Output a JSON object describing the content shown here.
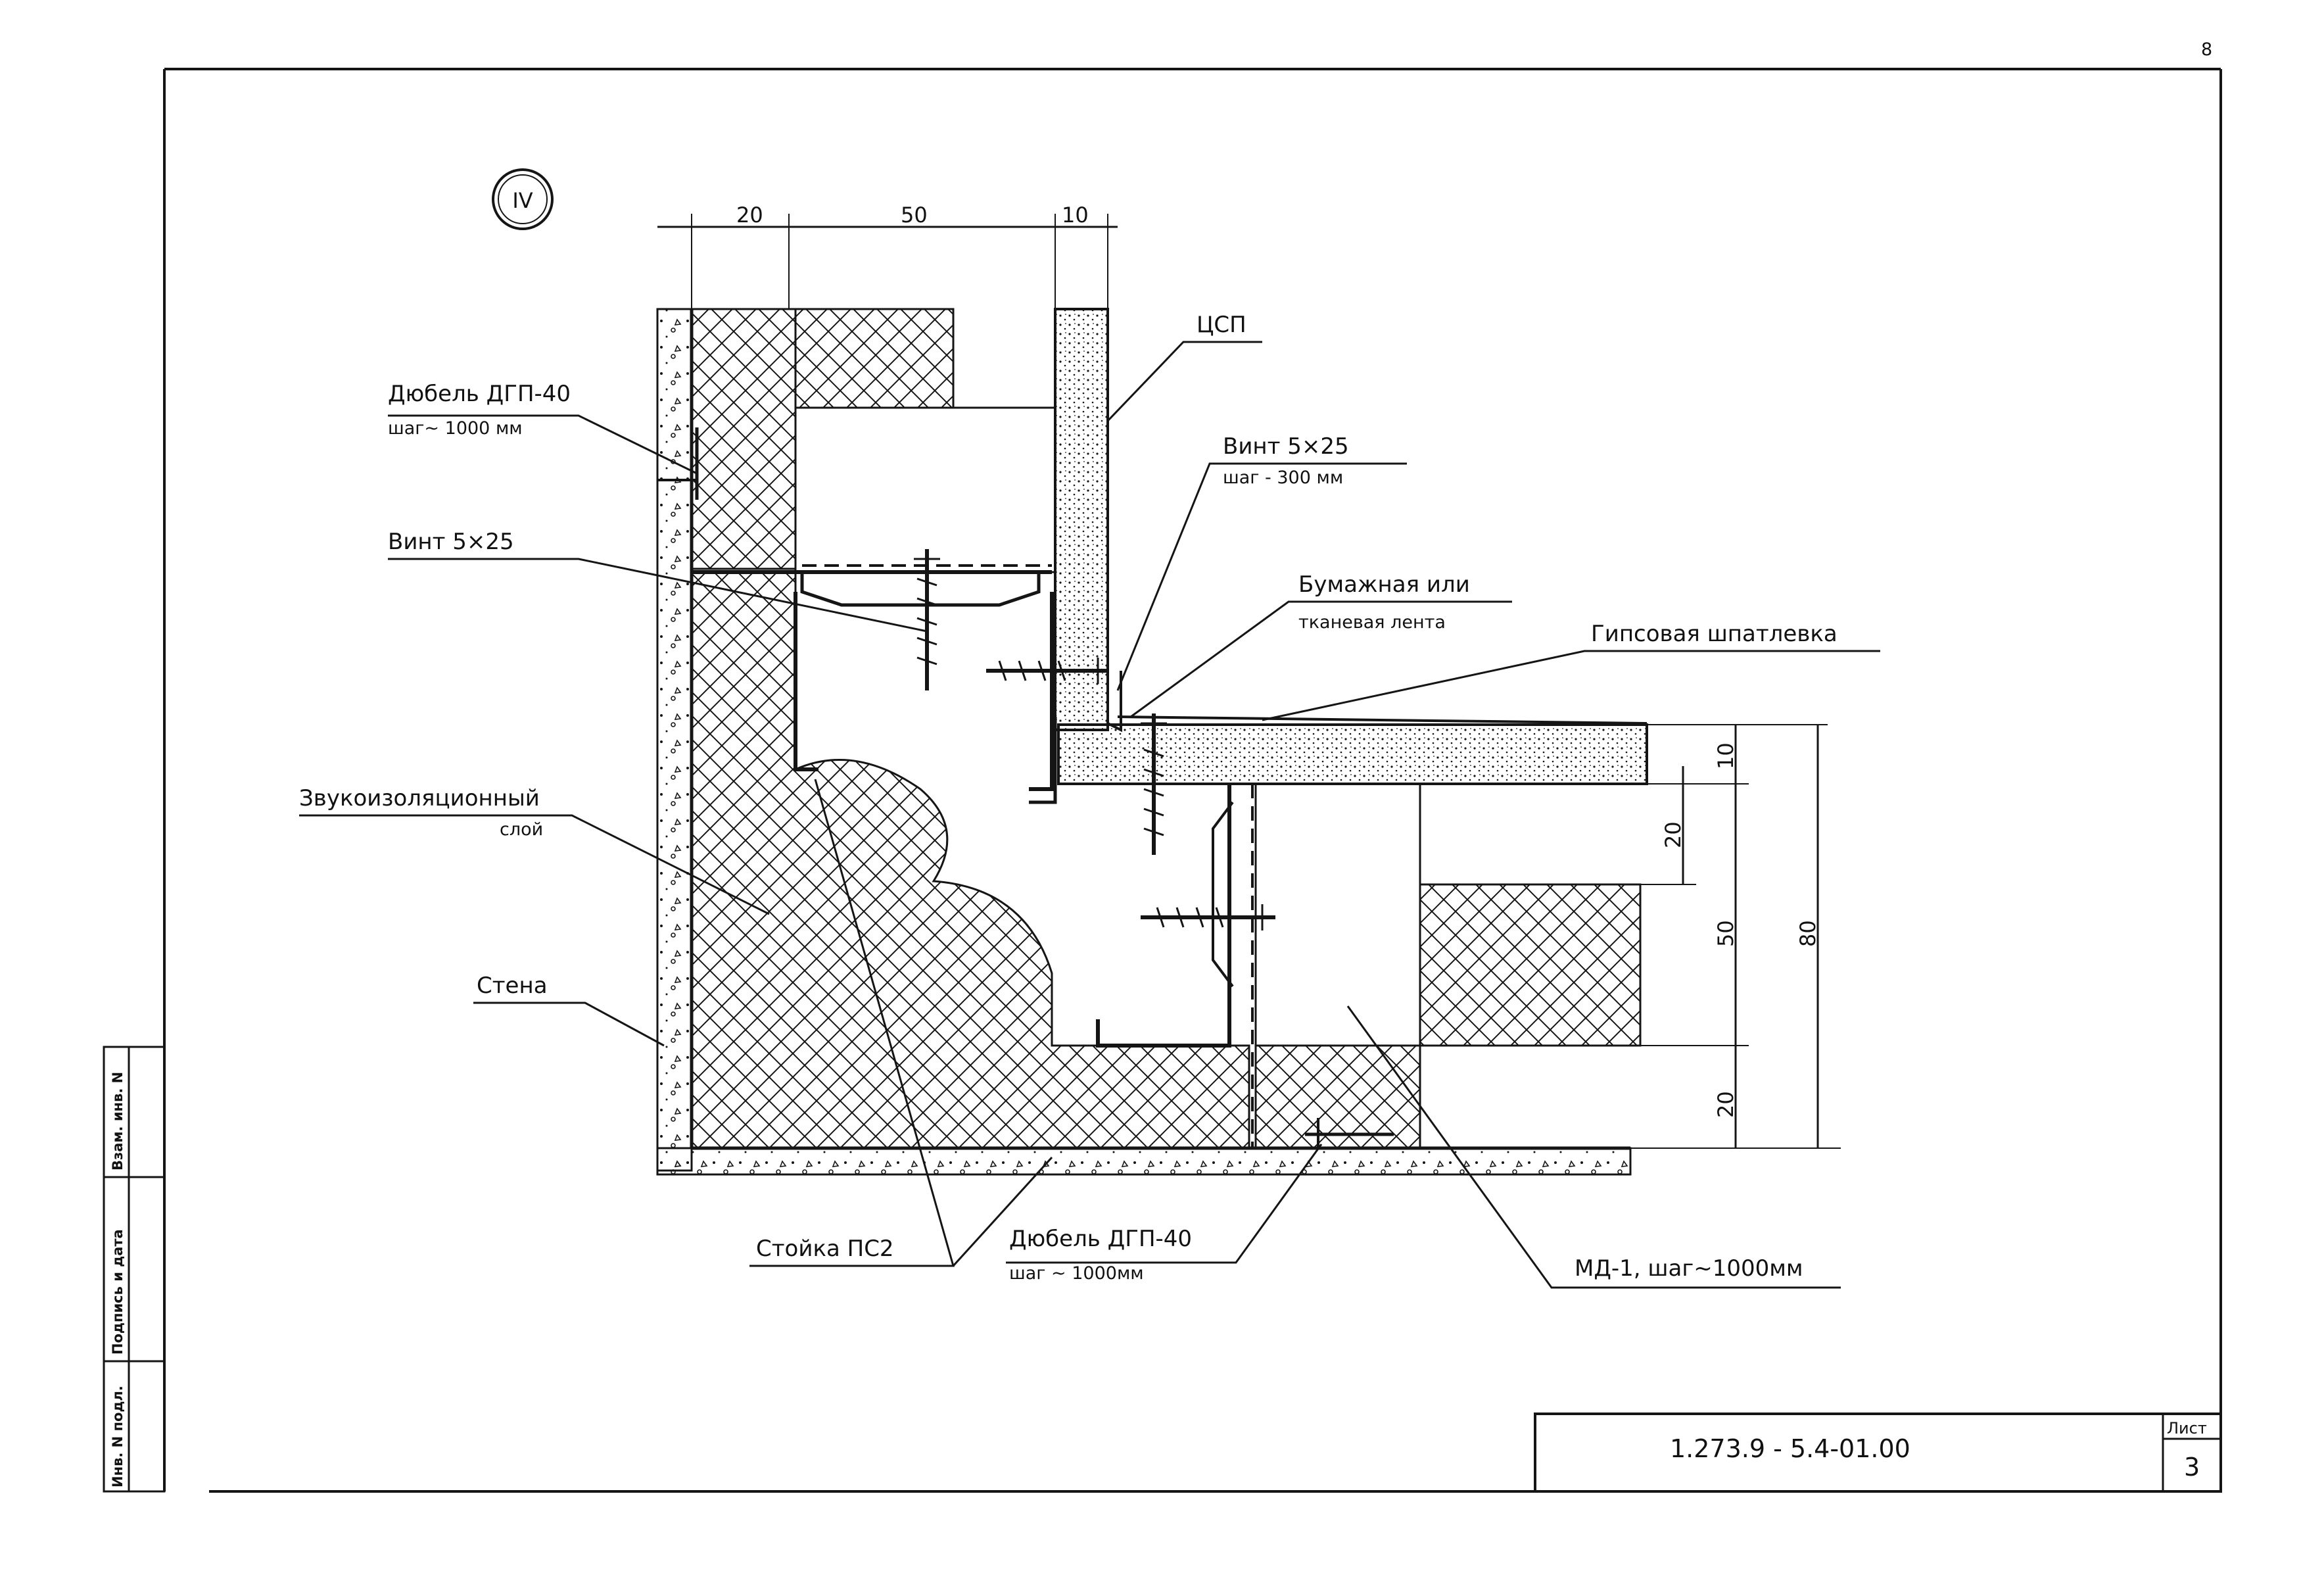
{
  "corner_mark": "8",
  "detail_number": "IV",
  "dimensions_top": [
    "20",
    "50",
    "10"
  ],
  "dimensions_right": [
    "10",
    "20",
    "50",
    "20",
    "80"
  ],
  "labels": {
    "dowel_top": "Дюбель ДГП-40",
    "dowel_top_step": "шаг~ 1000 мм",
    "screw_left": "Винт 5×25",
    "insulation": "Звукоизоляционный",
    "insulation_2": "слой",
    "wall": "Стена",
    "tsp": "ЦСП",
    "screw_right": "Винт 5×25",
    "screw_right_step": "шаг - 300 мм",
    "tape": "Бумажная или",
    "tape_2": "тканевая лента",
    "putty": "Гипсовая шпатлевка",
    "stud": "Стойка ПС2",
    "dowel_bottom": "Дюбель ДГП-40",
    "dowel_bottom_step": "шаг ~ 1000мм",
    "md": "МД-1, шаг~1000мм"
  },
  "stamp": {
    "code": "1.273.9 - 5.4-01.00",
    "sheet_label": "Лист",
    "sheet_number": "3"
  },
  "side_stamp": [
    "Инв. N подл.",
    "Подпись и дата",
    "Взам. инв. N"
  ],
  "colors": {
    "ink": "#151515",
    "paper": "#ffffff"
  }
}
